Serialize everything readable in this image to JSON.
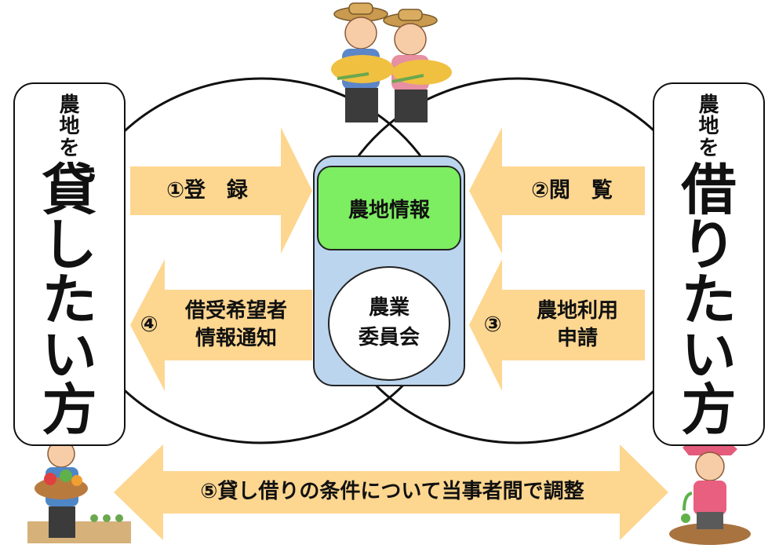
{
  "lender": {
    "small": [
      "農",
      "地",
      "を"
    ],
    "big": [
      "貸",
      "し",
      "た",
      "い",
      "方"
    ]
  },
  "borrower": {
    "small": [
      "農",
      "地",
      "を"
    ],
    "big": [
      "借",
      "り",
      "た",
      "い",
      "方"
    ]
  },
  "center": {
    "info_label": "農地情報",
    "committee_line1": "農業",
    "committee_line2": "委員会"
  },
  "steps": {
    "step1": "①登　録",
    "step2": "②閲　覧",
    "step3_num": "③",
    "step3_line1": "農地利用",
    "step3_line2": "申請",
    "step4_num": "④",
    "step4_line1": "借受希望者",
    "step4_line2": "情報通知",
    "step5": "⑤貸し借りの条件について当事者間で調整"
  },
  "colors": {
    "arrow_fill": "#fdd690",
    "hub_fill": "#bcd5ee",
    "info_fill": "#7ded62"
  }
}
